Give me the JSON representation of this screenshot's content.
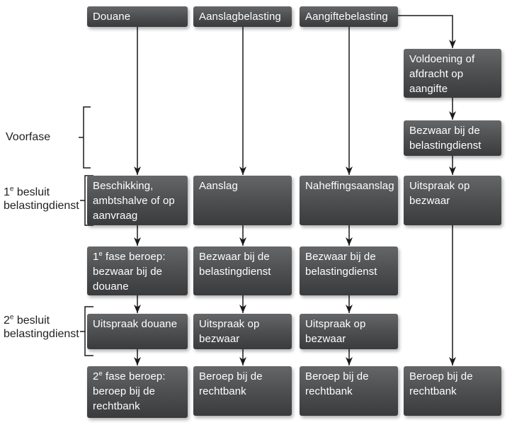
{
  "diagram_title": "Dutch tax dispute procedure flowchart",
  "colors": {
    "box_gradient_top": "#656668",
    "box_gradient_bottom": "#3a3b3d",
    "box_text": "#ffffff",
    "connector": "#1a1a1a",
    "side_label_text": "#231f20",
    "background": "#ffffff"
  },
  "headers": {
    "col1": "Douane",
    "col2": "Aanslagbelasting",
    "col3": "Aangiftebelasting"
  },
  "side_labels": {
    "voorfase": "Voorfase",
    "besluit1": {
      "num": "1",
      "sup": "e",
      "rest": " besluit",
      "line2": "belastingdienst"
    },
    "besluit2": {
      "num": "2",
      "sup": "e",
      "rest": " besluit",
      "line2": "belastingdienst"
    }
  },
  "boxes": {
    "douane": {
      "row1": "Beschikking, ambtshalve of op aanvraag",
      "row2": {
        "num": "1",
        "sup": "e",
        "rest": " fase beroep: bezwaar bij de douane"
      },
      "row3": "Uitspraak douane",
      "row4": {
        "num": "2",
        "sup": "e",
        "rest": " fase beroep: beroep bij de rechtbank"
      }
    },
    "aanslagbelasting": {
      "row1": "Aanslag",
      "row2": "Bezwaar bij de belastingdienst",
      "row3": "Uitspraak op bezwaar",
      "row4": "Beroep bij de rechtbank"
    },
    "aangiftebelasting": {
      "row1": "Naheffingsaanslag",
      "row2": "Bezwaar bij de belastingdienst",
      "row3": "Uitspraak op bezwaar",
      "row4": "Beroep bij de rechtbank"
    },
    "aangifte_branch": {
      "voldoening": "Voldoening of afdracht op aangifte",
      "bezwaar": "Bezwaar bij de belastingdienst",
      "uitspraak": "Uitspraak op bezwaar",
      "beroep": "Beroep bij de rechtbank"
    }
  }
}
